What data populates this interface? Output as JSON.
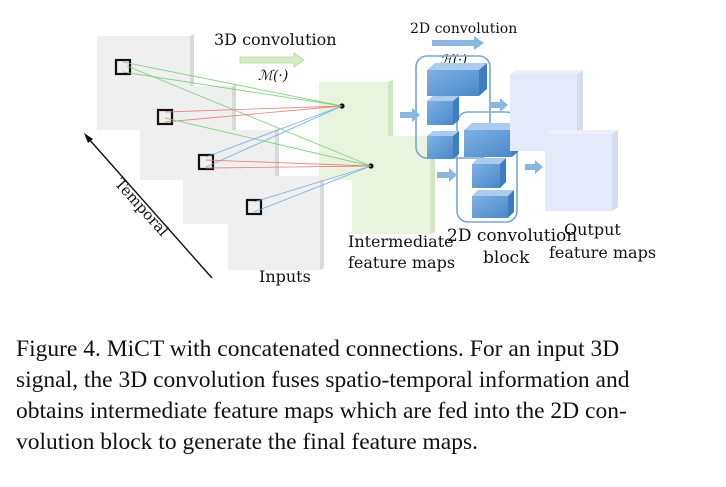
{
  "diagram": {
    "labels": {
      "conv3d": "3D convolution",
      "conv3d_symbol": "ℳ(·)",
      "conv2d": "2D convolution",
      "conv2d_symbol": "ℋ(·)",
      "temporal": "Temporal",
      "inputs": "Inputs",
      "intermediate_line1": "Intermediate",
      "intermediate_line2": "feature maps",
      "block_line1": "2D convolution",
      "block_line2": "block",
      "output_line1": "Output",
      "output_line2": "feature maps"
    },
    "colors": {
      "input_frame": "#efefef",
      "intermediate": "#e9f4df",
      "output": "#e4eaf9",
      "block_cube": "#5b9bd5",
      "block_frame": "#7aa6cf",
      "arrow": "#8cb6e2",
      "line_green": "#6fcf6f",
      "line_red": "#e27878",
      "line_blue": "#6aa7e8"
    }
  },
  "caption": {
    "lines": [
      "Figure 4. MiCT with concatenated connections.  For an input 3D",
      "signal, the 3D convolution fuses spatio-temporal information and",
      "obtains intermediate feature maps which are fed into the 2D con-",
      "volution block to generate the final feature maps."
    ]
  }
}
